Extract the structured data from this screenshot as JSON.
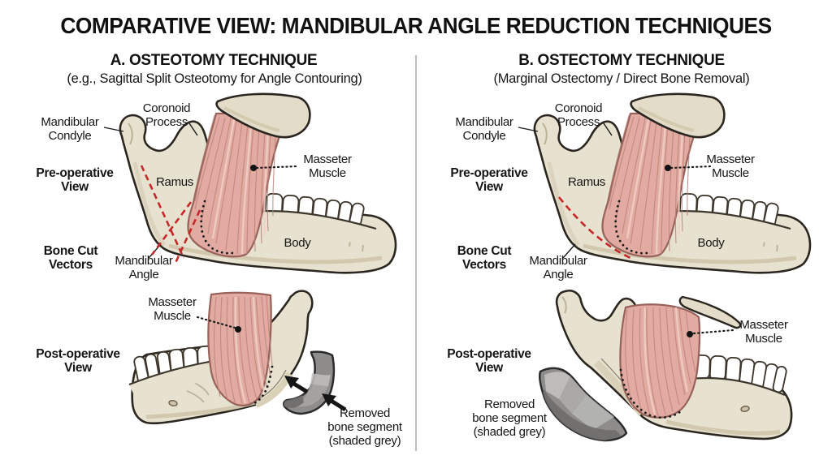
{
  "title": "COMPARATIVE VIEW: MANDIBULAR ANGLE REDUCTION TECHNIQUES",
  "panels": [
    {
      "id": "a",
      "heading": "A. OSTEOTOMY TECHNIQUE",
      "subheading": "(e.g., Sagittal Split Osteotomy for Angle Contouring)"
    },
    {
      "id": "b",
      "heading": "B. OSTECTOMY TECHNIQUE",
      "subheading": "(Marginal Ostectomy / Direct Bone Removal)"
    }
  ],
  "labels": {
    "pre_operative_view": "Pre-operative\nView",
    "post_operative_view": "Post-operative\nView",
    "bone_cut_vectors": "Bone Cut\nVectors",
    "mandibular_condyle": "Mandibular\nCondyle",
    "coronoid_process": "Coronoid\nProcess",
    "ramus": "Ramus",
    "masseter_muscle": "Masseter\nMuscle",
    "body": "Body",
    "mandibular_angle": "Mandibular\nAngle",
    "removed_bone_segment": "Removed\nbone segment\n(shaded grey)"
  },
  "colors": {
    "background": "#ffffff",
    "bone": "#e7e1cf",
    "bone_shadow": "#cfc5aa",
    "cut_surface": "#d9d0b8",
    "muscle": "#e2aba1",
    "muscle_striation": "#bb837a",
    "teeth": "#ffffff",
    "outline": "#2b2620",
    "bone_cut_vector_red": "#c62828",
    "removed_segment_grey": "#8f8f8f",
    "divider_grey": "#bdbdbd",
    "text": "#111111"
  }
}
